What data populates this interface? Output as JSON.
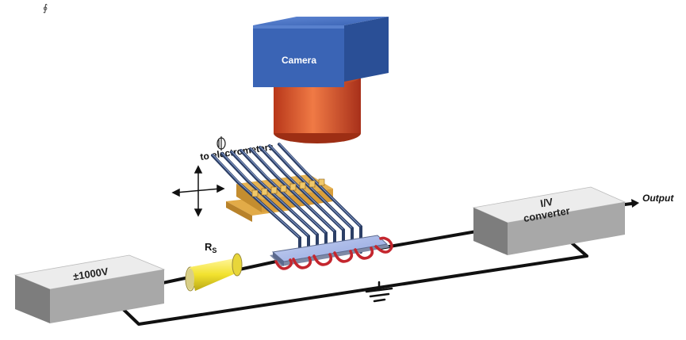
{
  "labels": {
    "corner_mark": "∮",
    "camera": "Camera",
    "to_electrometers": "to electrometers",
    "resistor_main": "R",
    "resistor_sub": "S",
    "voltage_source": "±1000V",
    "converter_line1": "I/V",
    "converter_line2": "converter",
    "output": "Output"
  },
  "colors": {
    "camera_body": "#3a64b5",
    "camera_lens": "#e2572a",
    "box_face": "#d8d8d8",
    "wire": "#111111",
    "resistor": "#f2e22e",
    "stage": "#d9a23c",
    "probe": "#2c3f66",
    "sample": "#a9b9e8",
    "coil": "#c4262e"
  },
  "icons": {
    "xy_stage": "four-way-arrow-icon",
    "ground": "ground-icon",
    "output_arrow": "arrow-right-icon"
  }
}
